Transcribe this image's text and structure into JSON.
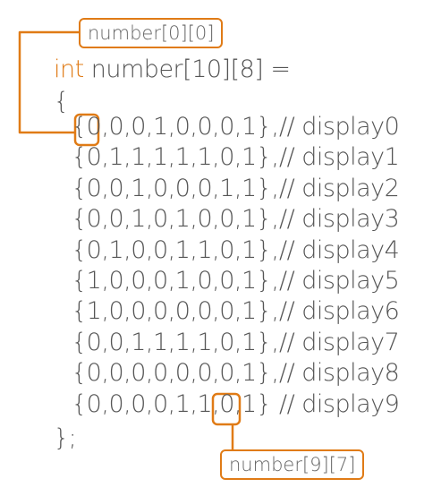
{
  "declaration": {
    "keyword": "int",
    "rest": " number[10][8] ="
  },
  "brace_open": "{",
  "brace_close": "};",
  "rows": [
    {
      "values": "{0,0,0,1,0,0,0,1},",
      "comment": "// display0"
    },
    {
      "values": "{0,1,1,1,1,1,0,1},",
      "comment": "// display1"
    },
    {
      "values": "{0,0,1,0,0,0,1,1},",
      "comment": "// display2"
    },
    {
      "values": "{0,0,1,0,1,0,0,1},",
      "comment": "// display3"
    },
    {
      "values": "{0,1,0,0,1,1,0,1},",
      "comment": "// display4"
    },
    {
      "values": "{1,0,0,0,1,0,0,1},",
      "comment": "// display5"
    },
    {
      "values": "{1,0,0,0,0,0,0,1},",
      "comment": "// display6"
    },
    {
      "values": "{0,0,1,1,1,1,0,1},",
      "comment": "// display7"
    },
    {
      "values": "{0,0,0,0,0,0,0,1},",
      "comment": "// display8"
    },
    {
      "values": "{0,0,0,0,1,1,0,1}",
      "comment": "// display9"
    }
  ],
  "callouts": {
    "top": "number[0][0]",
    "bottom": "number[9][7]"
  },
  "colors": {
    "accent": "#e07b16",
    "text": "#555555"
  }
}
